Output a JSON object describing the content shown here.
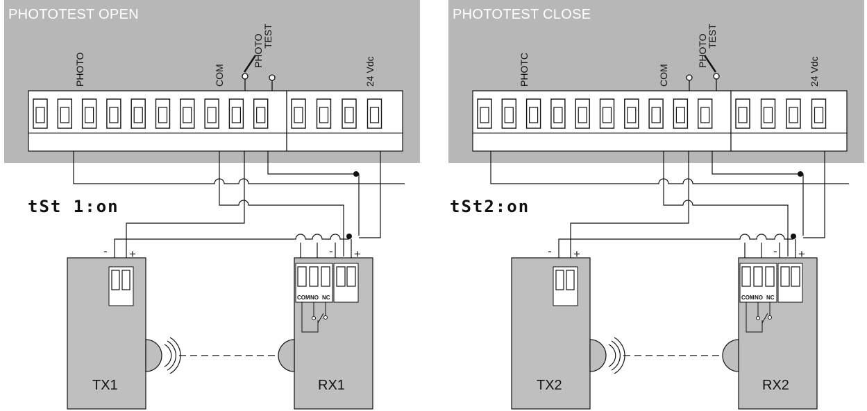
{
  "panels": [
    {
      "title": "PHOTOTEST OPEN",
      "photo_label": "PHOTO",
      "com_label": "COM",
      "phototest_label_1": "PHOTO",
      "phototest_label_2": "TEST",
      "power_label": "24 Vdc",
      "display_text": "tSt 1:on",
      "tx_label": "TX1",
      "rx_label": "RX1",
      "minus": "-",
      "plus": "+",
      "relay_com": "COM",
      "relay_no": "NO",
      "relay_nc": "NC"
    },
    {
      "title": "PHOTOTEST CLOSE",
      "photo_label": "PHOTC",
      "com_label": "COM",
      "phototest_label_1": "PHOTO",
      "phototest_label_2": "TEST",
      "power_label": "24 Vdc",
      "display_text": "tSt2:on",
      "tx_label": "TX2",
      "rx_label": "RX2",
      "minus": "-",
      "plus": "+",
      "relay_com": "COM",
      "relay_no": "NO",
      "relay_nc": "NC"
    }
  ],
  "colors": {
    "panel_gray": "#b7b7b7",
    "device_gray": "#bfbfbf",
    "line": "#111111",
    "white": "#ffffff"
  }
}
